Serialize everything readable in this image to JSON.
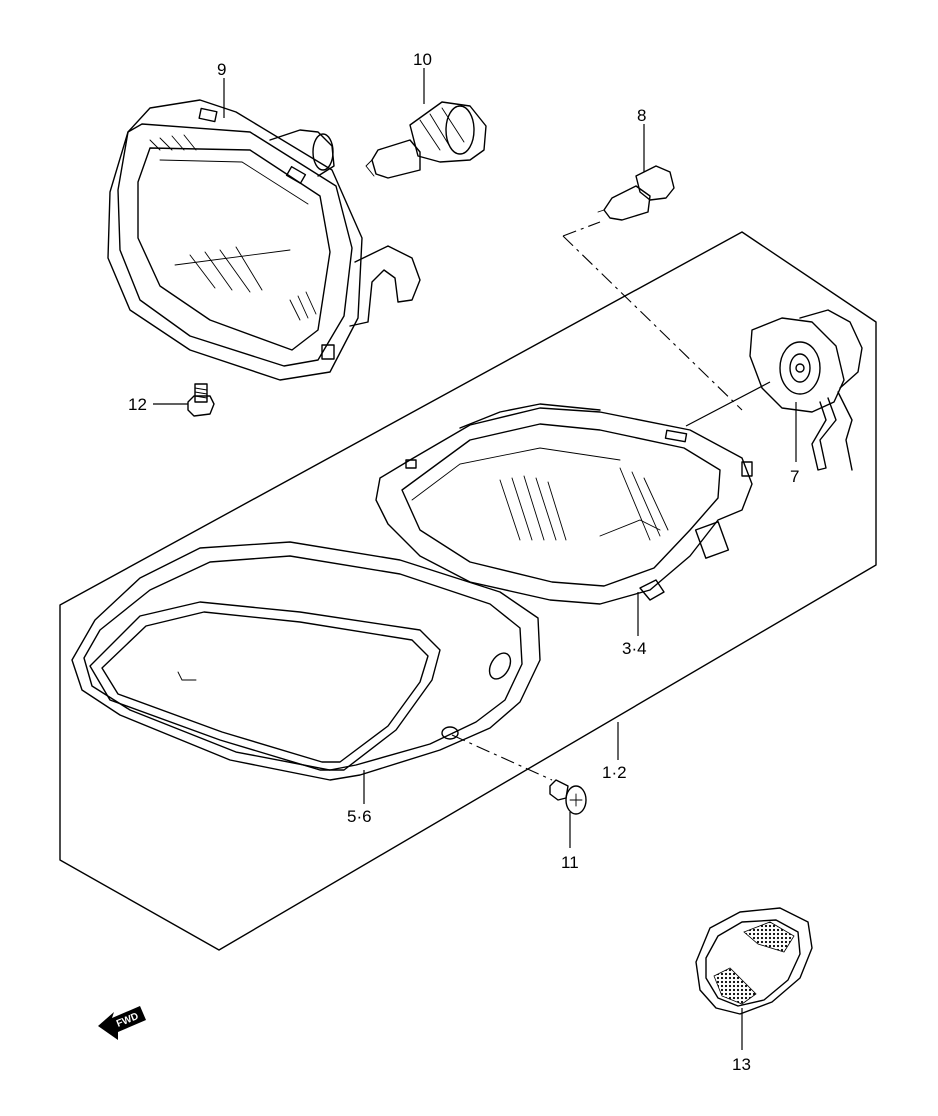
{
  "callouts": {
    "c9": "9",
    "c10": "10",
    "c8": "8",
    "c12": "12",
    "c7": "7",
    "c34": "3·4",
    "c12b": "1·2",
    "c56": "5·6",
    "c11": "11",
    "c13": "13"
  },
  "fwd_label": "FWD"
}
